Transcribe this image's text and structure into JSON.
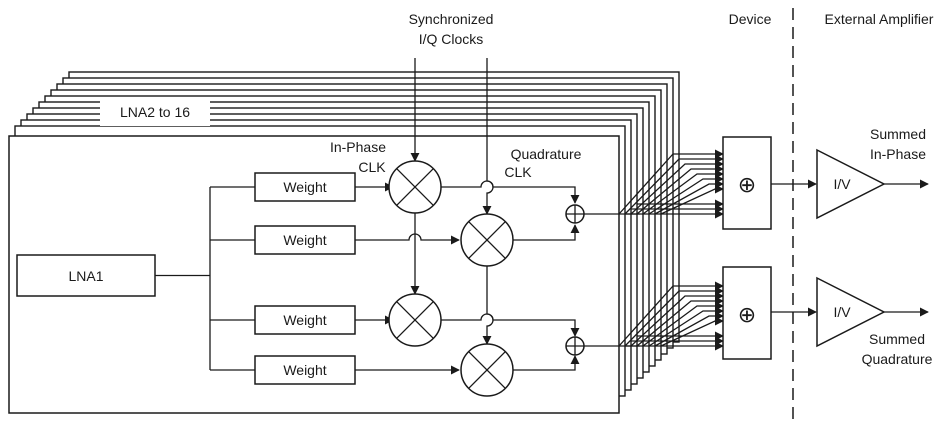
{
  "header": {
    "device_label": "Device",
    "external_label": "External Amplifier"
  },
  "clock": {
    "line1": "Synchronized",
    "line2": "I/Q Clocks",
    "inphase_line1": "In-Phase",
    "inphase_line2": "CLK",
    "quadrature_line1": "Quadrature",
    "quadrature_line2": "CLK"
  },
  "channels": {
    "stack_label": "LNA2 to 16",
    "lna_label": "LNA1",
    "weight_labels": [
      "Weight",
      "Weight",
      "Weight",
      "Weight"
    ]
  },
  "summers": {
    "symbol": "⊕"
  },
  "amplifiers": [
    {
      "label": "I/V",
      "out_line1": "Summed",
      "out_line2": "In-Phase"
    },
    {
      "label": "I/V",
      "out_line1": "Summed",
      "out_line2": "Quadrature"
    }
  ]
}
